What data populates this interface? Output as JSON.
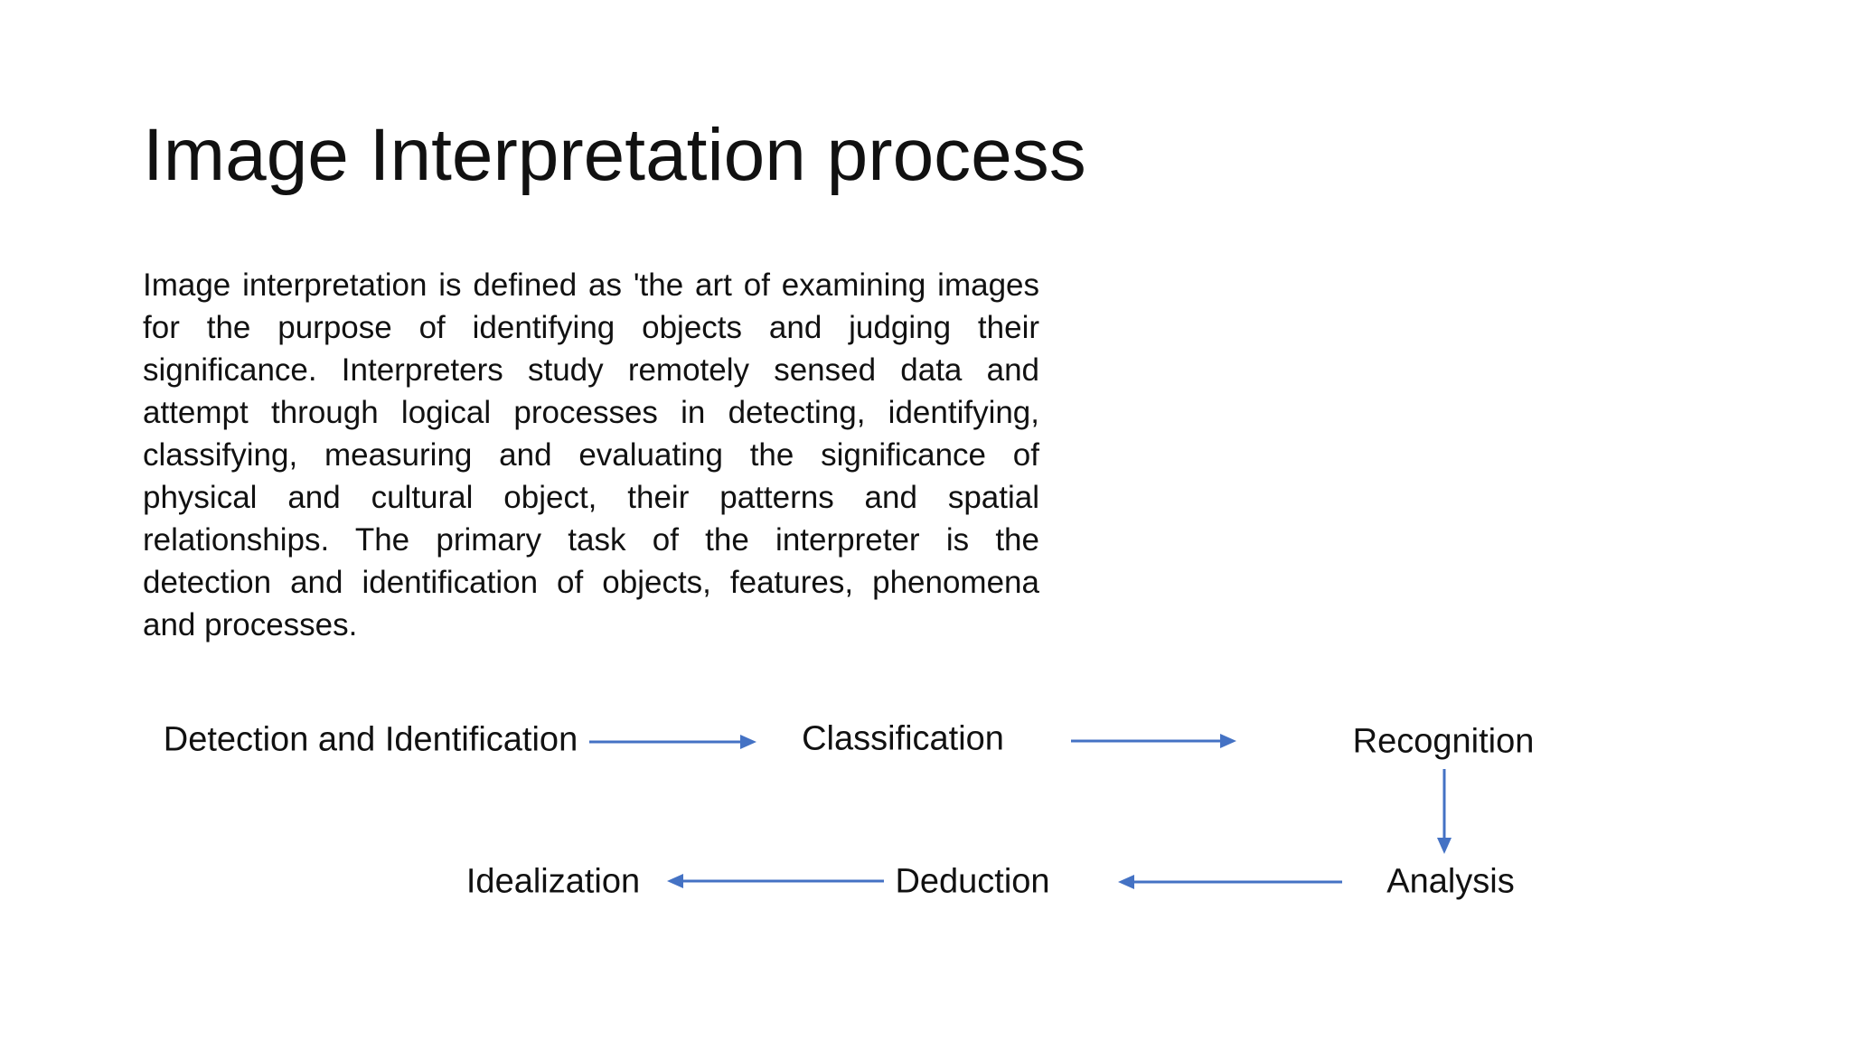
{
  "slide": {
    "title": "Image Interpretation process",
    "paragraph_lines": [
      "Image interpretation is defined as 'the art of examining images",
      "for the purpose of identifying objects and judging their",
      "significance. Interpreters study remotely sensed data and",
      "attempt through logical processes in detecting, identifying,",
      "classifying, measuring and evaluating the significance of",
      "physical and cultural object, their patterns and spatial",
      "relationships. The primary task of the interpreter is the",
      "detection and identification of objects, features, phenomena",
      "and processes."
    ],
    "flow": {
      "nodes": {
        "detection": "Detection and Identification",
        "classification": "Classification",
        "recognition": "Recognition",
        "analysis": "Analysis",
        "deduction": "Deduction",
        "idealization": "Idealization"
      },
      "arrows": [
        {
          "from": "Detection and Identification",
          "to": "Classification",
          "direction": "right"
        },
        {
          "from": "Classification",
          "to": "Recognition",
          "direction": "right"
        },
        {
          "from": "Recognition",
          "to": "Analysis",
          "direction": "down"
        },
        {
          "from": "Analysis",
          "to": "Deduction",
          "direction": "left"
        },
        {
          "from": "Deduction",
          "to": "Idealization",
          "direction": "left"
        }
      ]
    },
    "colors": {
      "arrow": "#4472C4",
      "text": "#111111",
      "background": "#FFFFFF"
    }
  }
}
